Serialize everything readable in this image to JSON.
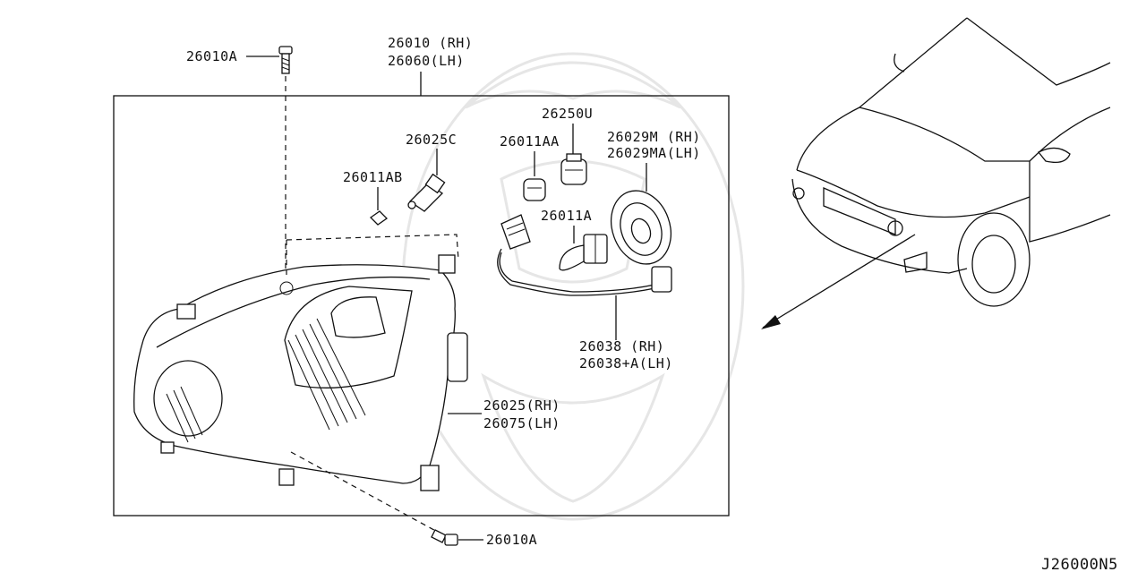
{
  "labels": {
    "bolt_top": "26010A",
    "housing_rh": "26010 (RH)",
    "housing_lh": "26060(LH)",
    "socket_c": "26025C",
    "bulb_ab": "26011AB",
    "bulb_aa": "26011AA",
    "socket_u": "26250U",
    "cap_rh": "26029M  (RH)",
    "cap_lh": "26029MA(LH)",
    "bulb_a": "26011A",
    "harness_rh": "26038  (RH)",
    "harness_lh": "26038+A(LH)",
    "lens_rh": "26025(RH)",
    "lens_lh": "26075(LH)",
    "bolt_bottom": "26010A",
    "figure_code": "J26000N5"
  }
}
